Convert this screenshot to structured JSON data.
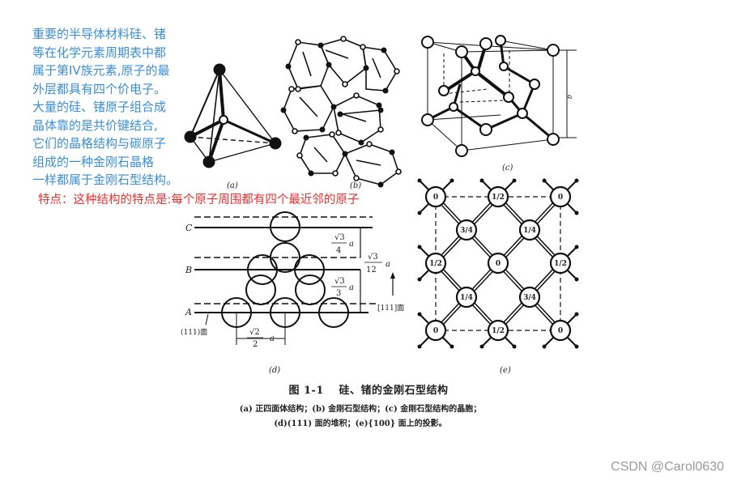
{
  "intro_text": {
    "lines": [
      "重要的半导体材料硅、锗",
      "等在化学元素周期表中都",
      "属于第IV族元素,原子的最",
      "外层都具有四个价电子。",
      "大量的硅、锗原子组合成",
      "晶体靠的是共价键结合,",
      "它们的晶格结构与碳原子",
      "组成的一种金刚石晶格",
      "一样都属于金刚石型结构。"
    ],
    "color": "#3b8fd6"
  },
  "feature_text": {
    "text": "特点：这种结构的特点是:每个原子周围都有四个最近邻的原子",
    "color": "#ee3030"
  },
  "figures": {
    "a": {
      "label": "(a)"
    },
    "b": {
      "label": "(b)"
    },
    "c": {
      "label": "(c)",
      "dimension_label": "a"
    },
    "d": {
      "label": "(d)",
      "plane_labels": [
        "A",
        "B",
        "C"
      ],
      "spacing_top": {
        "num": "√3",
        "den": "4",
        "unit": "a"
      },
      "spacing_mid": {
        "num": "√3",
        "den": "12",
        "unit": "a"
      },
      "spacing_low": {
        "num": "√3",
        "den": "3",
        "unit": "a"
      },
      "spacing_horizontal": {
        "num": "√2",
        "den": "2",
        "unit": "a"
      },
      "plane_left": "(111)面",
      "plane_right": "[111]面"
    },
    "e": {
      "label": "(e)",
      "grid": [
        [
          "0",
          "1/2",
          "0"
        ],
        [
          "1/2",
          "0",
          "1/2"
        ],
        [
          "0",
          "1/2",
          "0"
        ]
      ],
      "inner": [
        [
          "3/4",
          "1/4"
        ],
        [
          "1/4",
          "3/4"
        ]
      ]
    }
  },
  "caption": {
    "title": "图 1-1　 硅、锗的金刚石型结构",
    "line1": "(a) 正四面体结构；(b) 金刚石型结构；(c) 金刚石型结构的晶胞；",
    "line2": "(d)(111) 面的堆积；(e){100} 面上的投影。"
  },
  "watermark": "CSDN @Carol0630"
}
